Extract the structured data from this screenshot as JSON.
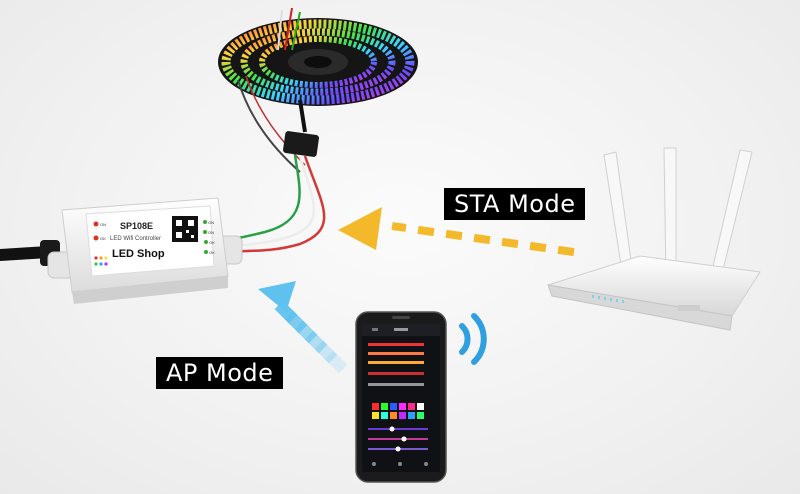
{
  "labels": {
    "sta_mode": "STA Mode",
    "ap_mode": "AP Mode"
  },
  "controller": {
    "model": "SP108E",
    "subtitle": "LED Wifi Controller",
    "brand": "LED Shop",
    "left_leds": [
      "ON",
      "OK"
    ],
    "right_leds": [
      "ON",
      "ON",
      "OK",
      "OK"
    ]
  },
  "colors": {
    "sta_arrow": "#f3b92a",
    "ap_arrow": "#5fc2ee",
    "wifi_signal": "#2f9fe0",
    "label_bg": "#000000",
    "label_text": "#ffffff"
  },
  "icons": [
    "led-strip-reel-icon",
    "wifi-controller-icon",
    "router-icon",
    "smartphone-icon",
    "wifi-signal-icon"
  ]
}
